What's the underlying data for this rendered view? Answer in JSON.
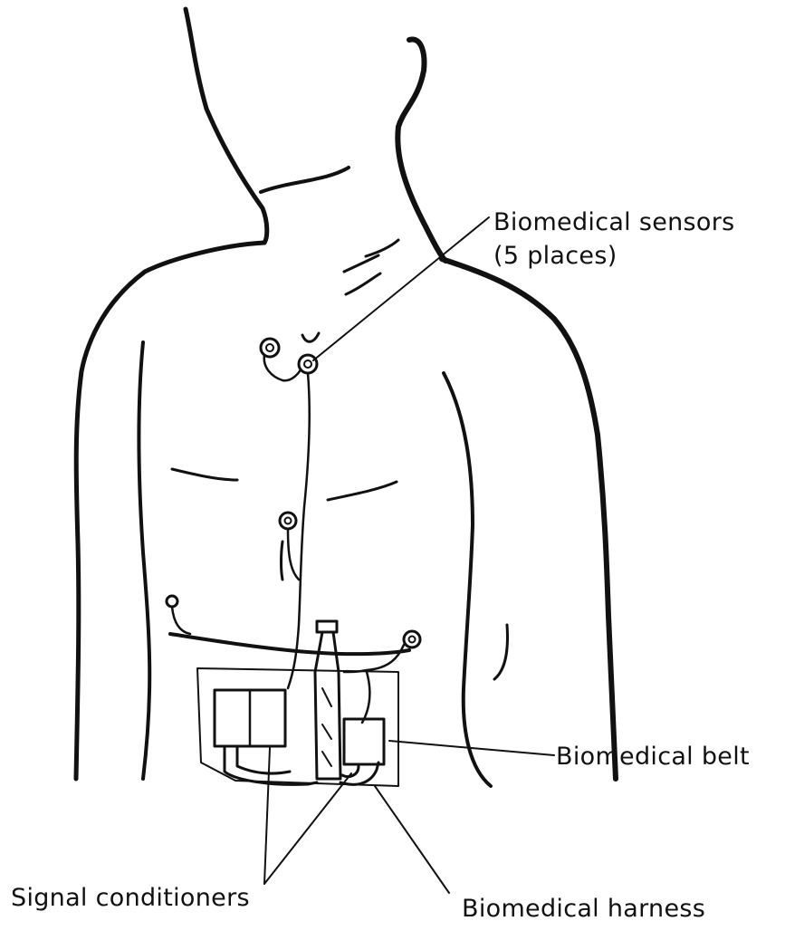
{
  "labels": {
    "sensors_line1": "Biomedical sensors",
    "sensors_line2": "(5 places)",
    "belt": "Biomedical belt",
    "conditioners": "Signal conditioners",
    "harness": "Biomedical harness"
  },
  "colors": {
    "ink": "#111111",
    "background": "#ffffff"
  }
}
